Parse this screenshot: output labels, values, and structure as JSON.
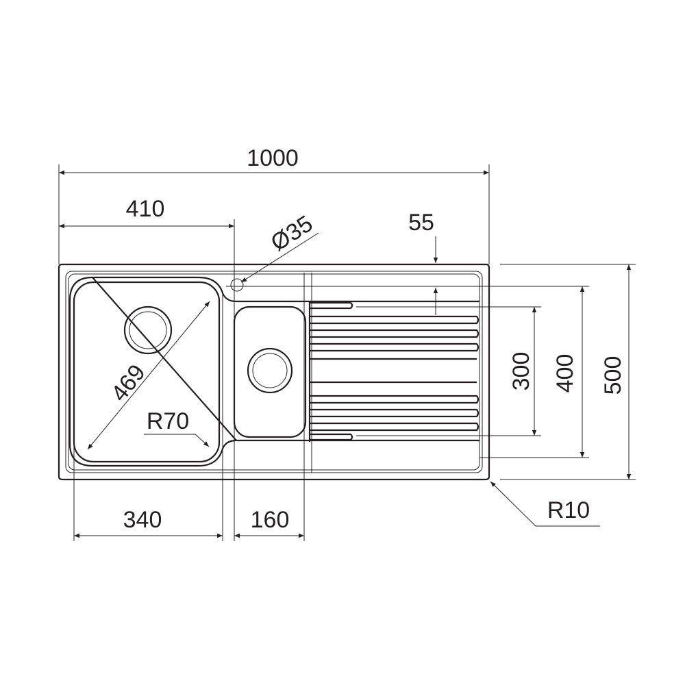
{
  "drawing": {
    "dimensions": {
      "overall_length": "1000",
      "bowl_offset": "410",
      "tap_hole": "Ø35",
      "drainer_offset": "55",
      "drainer_width": "300",
      "bowl_width": "400",
      "overall_width": "500",
      "corner_radius": "R10",
      "bowl_diagonal": "469",
      "bowl_radius": "R70",
      "large_bowl_length": "340",
      "small_bowl_length": "160"
    },
    "colors": {
      "line": "#231f20",
      "background": "#ffffff"
    }
  }
}
